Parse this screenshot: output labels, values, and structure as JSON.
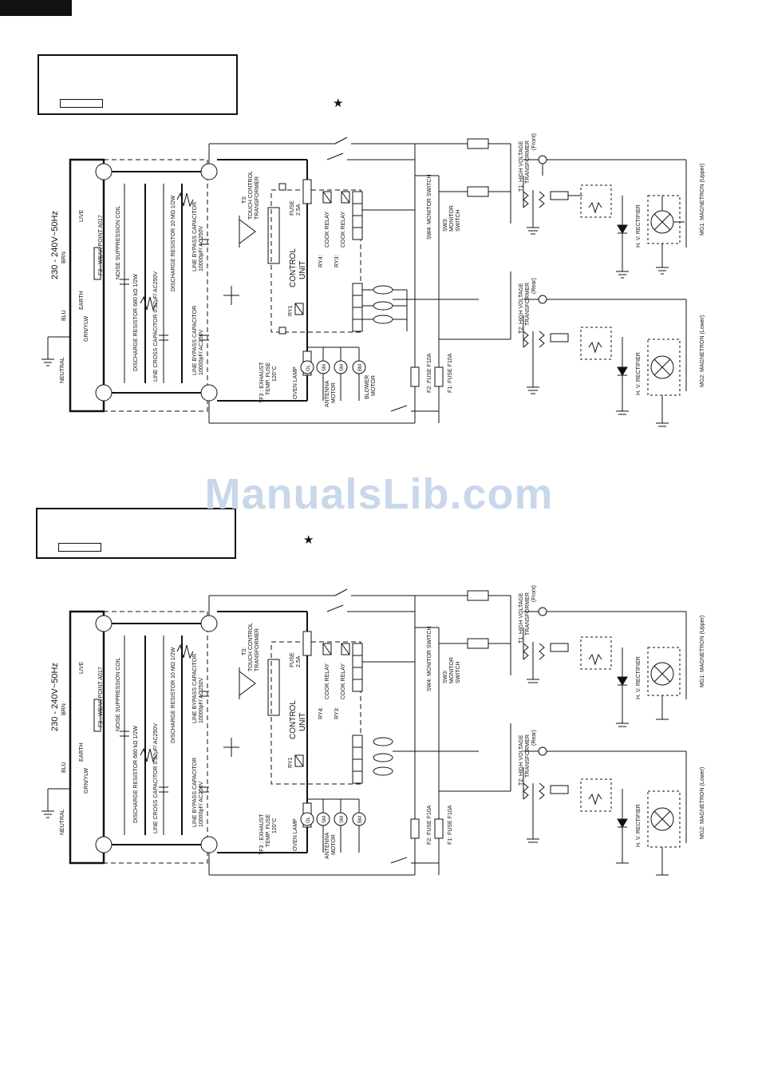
{
  "watermark": "ManualsLib.com",
  "star": "★",
  "labels": {
    "supply": "230 - 240V~50Hz",
    "live": "LIVE",
    "earth": "EARTH",
    "neutral": "NEUTRAL",
    "brn": "BRN",
    "grn_ylw": "GRN/YLW",
    "blu": "BLU",
    "f3": "F3 : WEAK POINT A017",
    "noise_coil": "NOISE SUPPRESSION COIL",
    "discharge_680k": "DISCHARGE RESISTOR 680 kΩ 1/2W",
    "line_cross_cap": "LINE CROSS CAPACITOR 0.22μF/ AC250V",
    "discharge_10m": "DISCHARGE RESISTOR 10 MΩ 1/2W",
    "line_bypass_cap": "LINE BYPASS CAPACITOR",
    "cap_value": "10000pF/ AC250V",
    "t3_a": "T3:",
    "t3_b": "TOUCH CONTROL",
    "t3_c": "TRANSFORMER",
    "fuse_a": "FUSE",
    "fuse_b": "2.5A",
    "control_unit_a": "CONTROL",
    "control_unit_b": "UNIT",
    "ry1": "RY1",
    "ry4_a": "RY4:",
    "ry4_b": "COOK RELAY",
    "ry3_a": "RY3:",
    "ry3_b": "COOK RELAY",
    "tf3_a": "TF3 : EXHAUST",
    "tf3_b": "TEMP. FUSE",
    "tf3_c": "120°C",
    "oven_lamp": "OVEN LAMP",
    "antenna_a": "ANTENNA",
    "antenna_b": "MOTOR",
    "blower_a": "BLOWER",
    "blower_b": "MOTOR",
    "ol": "OL",
    "sm": "SM",
    "bm": "BM",
    "sw4": "SW4: MONITOR SWITCH",
    "sw3_a": "SW3:",
    "sw3_b": "MONITOR",
    "sw3_c": "SWITCH",
    "f2": "F2: FUSE F10A",
    "f1": "F1: FUSE F10A",
    "t1_a": "T1: HIGH VOLTAGE",
    "t1_b": "TRANSFORMER",
    "t1_c": "(Front)",
    "t2_a": "T2: HIGH VOLTAGE",
    "t2_b": "TRANSFORMER",
    "t2_c": "(Rear)",
    "hv_rect": "H. V. RECTIFIER",
    "mg1": "MG1: MAGNETRON (Upper)",
    "mg2": "MG2: MAGNETRON (Lower)"
  }
}
